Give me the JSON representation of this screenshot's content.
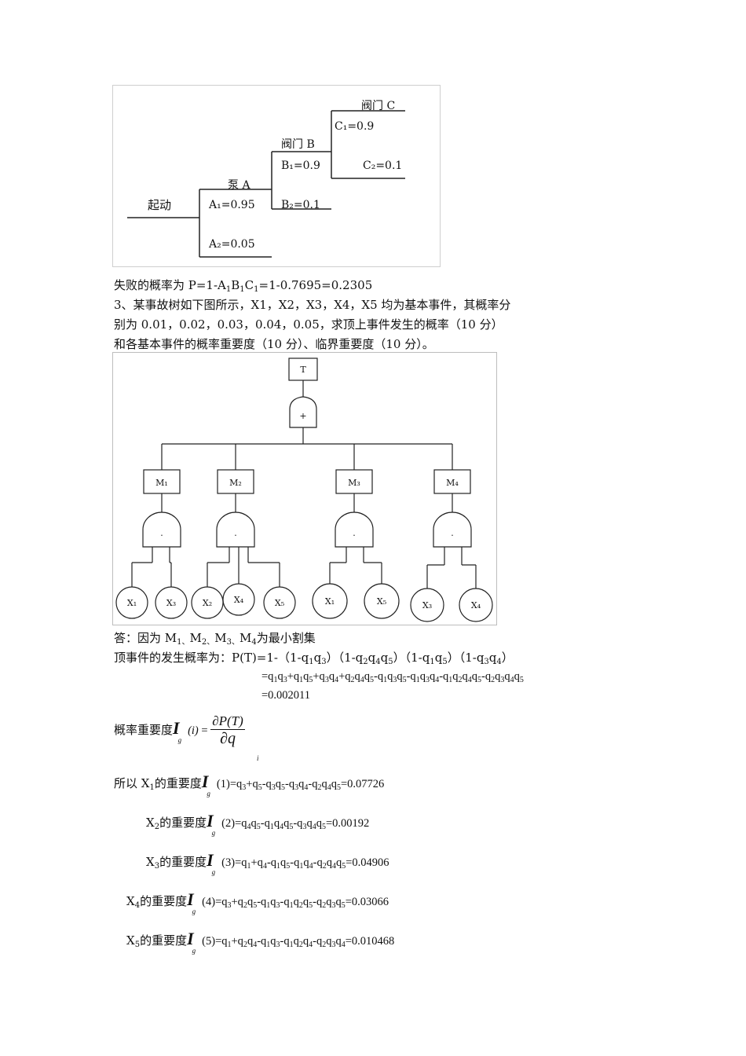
{
  "event_tree": {
    "start_label": "起动",
    "pump_label": "泵 A",
    "valve_b_label": "阀门 B",
    "valve_c_label": "阀门 C",
    "a1": "A₁=0.95",
    "a2": "A₂=0.05",
    "b1": "B₁=0.9",
    "b2": "B₂=0.1",
    "c1": "C₁=0.9",
    "c2": "C₂=0.1"
  },
  "text": {
    "failure_prefix": "失败的概率为 P=1-A",
    "failure_suffix": "=1-0.7695=0.2305",
    "q3_line1": "3、某事故树如下图所示，X1，X2，X3，X4，X5 均为基本事件，其概率分",
    "q3_line2": "别为 0.01，0.02，0.03，0.04，0.05，求顶上事件发生的概率（10 分）",
    "q3_line3": "和各基本事件的概率重要度（10 分）、临界重要度（10 分）。",
    "ans_prefix": "答：因为 M",
    "ans_suffix": "为最小割集",
    "p_prefix": "顶事件的发生概率为：P(T)=1-（1-q",
    "p_result": "=0.002011",
    "imp_label": "概率重要度",
    "so_prefix": "所以 X",
    "imp_of": "的重要度"
  },
  "fault_tree": {
    "top": "T",
    "or_gate": "+",
    "and_gate": "·",
    "m_labels": [
      "M₁",
      "M₂",
      "M₃",
      "M₄"
    ],
    "leaves": [
      "X₁",
      "X₃",
      "X₂",
      "X₄",
      "X₅",
      "X₁",
      "X₅",
      "X₃",
      "X₄"
    ]
  },
  "importance": [
    {
      "x": "1",
      "i": "(1)",
      "value": "=0.07726"
    },
    {
      "x": "2",
      "i": "(2)",
      "value": "=0.00192"
    },
    {
      "x": "3",
      "i": "(3)",
      "value": "=0.04906"
    },
    {
      "x": "4",
      "i": "(4)",
      "value": "=0.03066"
    },
    {
      "x": "5",
      "i": "(5)",
      "value": "=0.010468"
    }
  ]
}
